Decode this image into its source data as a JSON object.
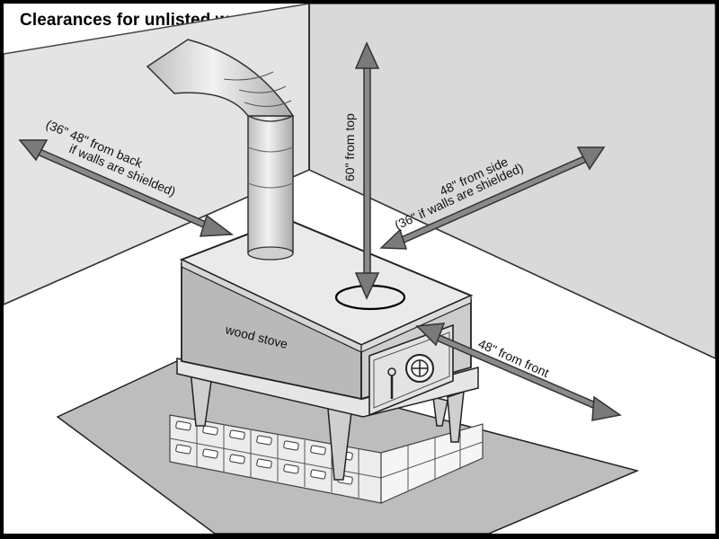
{
  "title": "Clearances for unlisted wood stoves",
  "labels": {
    "stove": "wood stove",
    "top": "60\" from top",
    "back_line1": "(36\" 48\" from back",
    "back_line2": "if walls are shielded)",
    "side_line1": "48\" from side",
    "side_line2": "(36\" if walls are shielded)",
    "front": "48\" from front"
  },
  "colors": {
    "wall": "#e2e2e2",
    "floor_pad": "#bdbdbd",
    "stove_side": "#b8b8b8",
    "stove_top": "#e8e8e8",
    "pipe": "#d4d4d4",
    "arrow": "#7a7a7a"
  }
}
